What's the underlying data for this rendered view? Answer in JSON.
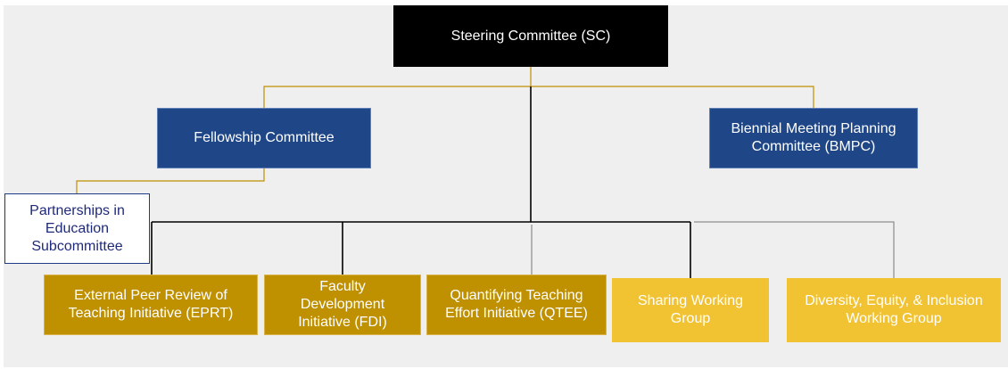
{
  "diagram": {
    "steering": "Steering Committee (SC)",
    "fellowship": "Fellowship Committee",
    "bmpc": "Biennial Meeting Planning Committee (BMPC)",
    "partnerships": "Partnerships in Education Subcommittee",
    "eprt": "External Peer Review of Teaching Initiative (EPRT)",
    "fdi": "Faculty Development Initiative (FDI)",
    "qtee": "Quantifying Teaching Effort Initiative (QTEE)",
    "sharing": "Sharing Working Group",
    "dei": "Diversity, Equity, & Inclusion Working Group"
  },
  "colors": {
    "steering": "#000000",
    "committee": "#1f4788",
    "initiative": "#bf9000",
    "working_group": "#f1c232",
    "connector_gold": "#bf9000",
    "connector_black": "#000000"
  }
}
